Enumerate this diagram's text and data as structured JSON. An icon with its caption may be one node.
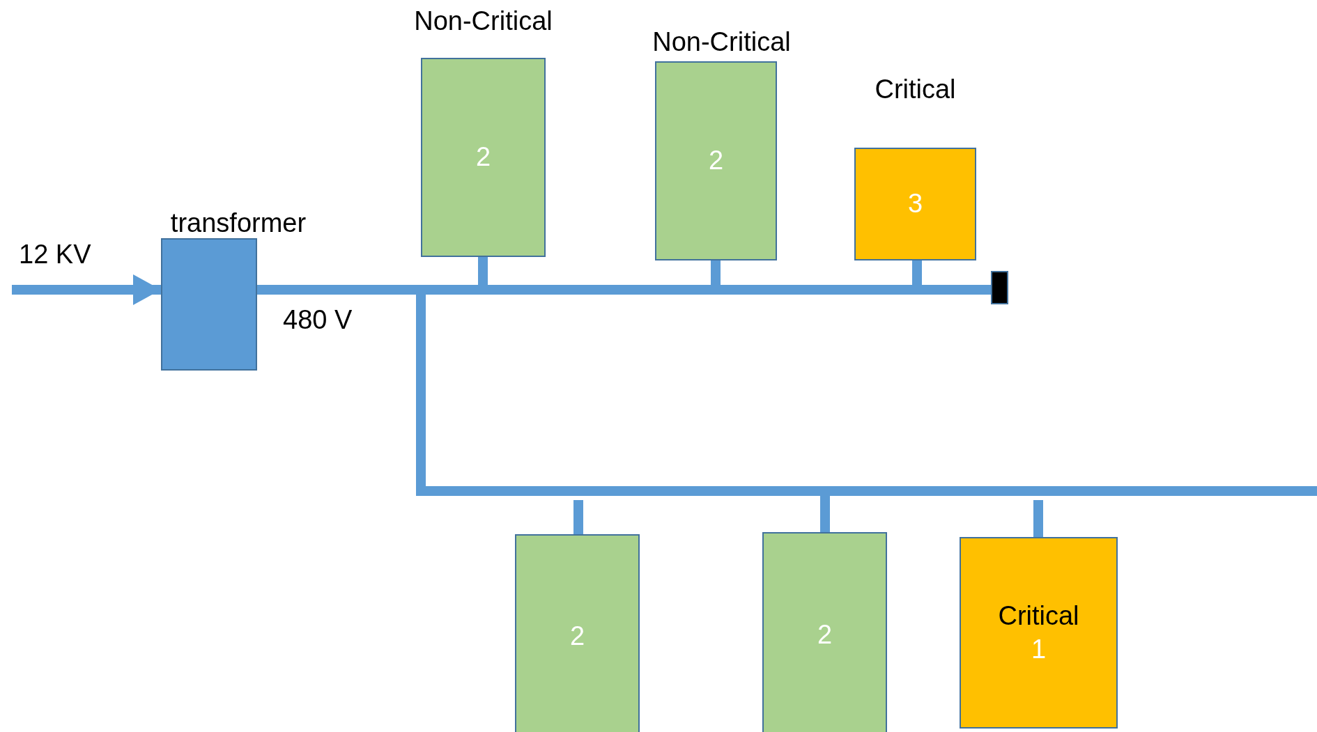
{
  "diagram": {
    "nodes": [
      {
        "text": [
          "transformer"
        ]
      },
      {
        "text": [
          "Non-Critical",
          "2"
        ]
      },
      {
        "text": [
          "Non-Critical",
          "2"
        ]
      },
      {
        "text": [
          "Critical",
          "3"
        ]
      },
      {
        "text": [],
        "shape": "box"
      },
      {
        "text": [
          "2"
        ]
      },
      {
        "text": [
          "2"
        ]
      },
      {
        "text": [
          "Critical",
          "1"
        ]
      }
    ],
    "edges": [
      {
        "from": null,
        "to": 0,
        "arrow": "to"
      },
      {
        "from": 0,
        "to": 1,
        "arrow": "none"
      },
      {
        "from": 0,
        "to": 2,
        "arrow": "none"
      },
      {
        "from": 0,
        "to": 3,
        "arrow": "none"
      },
      {
        "from": 0,
        "to": 4,
        "arrow": "none"
      },
      {
        "from": 0,
        "to": 5,
        "arrow": "none"
      },
      {
        "from": 0,
        "to": 6,
        "arrow": "none"
      },
      {
        "from": 0,
        "to": 7,
        "arrow": "none"
      }
    ],
    "labels": [
      "12 KV",
      "480 V"
    ]
  }
}
